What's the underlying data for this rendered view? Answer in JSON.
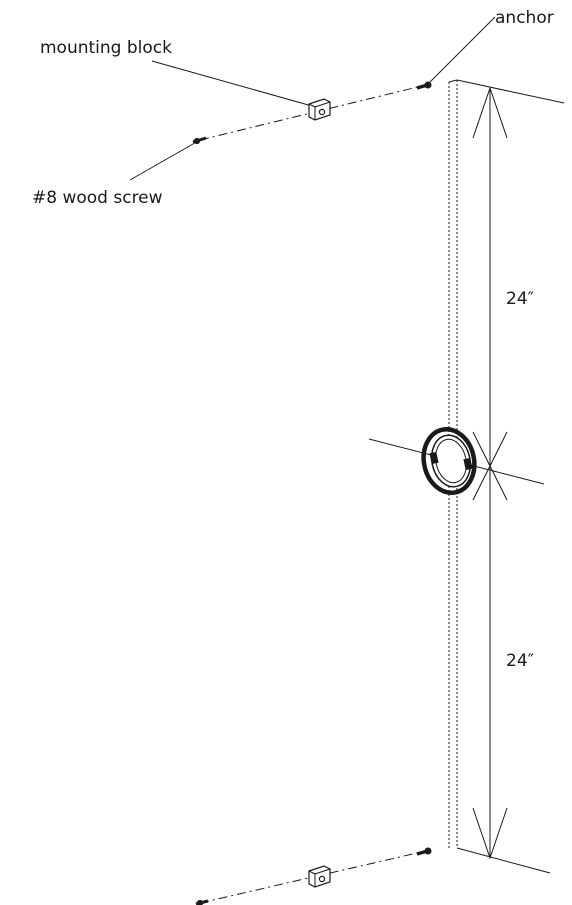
{
  "labels": {
    "anchor": "anchor",
    "mounting_block": "mounting block",
    "wood_screw": "#8 wood screw"
  },
  "dimensions": {
    "upper": "24″",
    "lower": "24″"
  },
  "colors": {
    "ink": "#1a1a1a",
    "background": "#ffffff"
  }
}
